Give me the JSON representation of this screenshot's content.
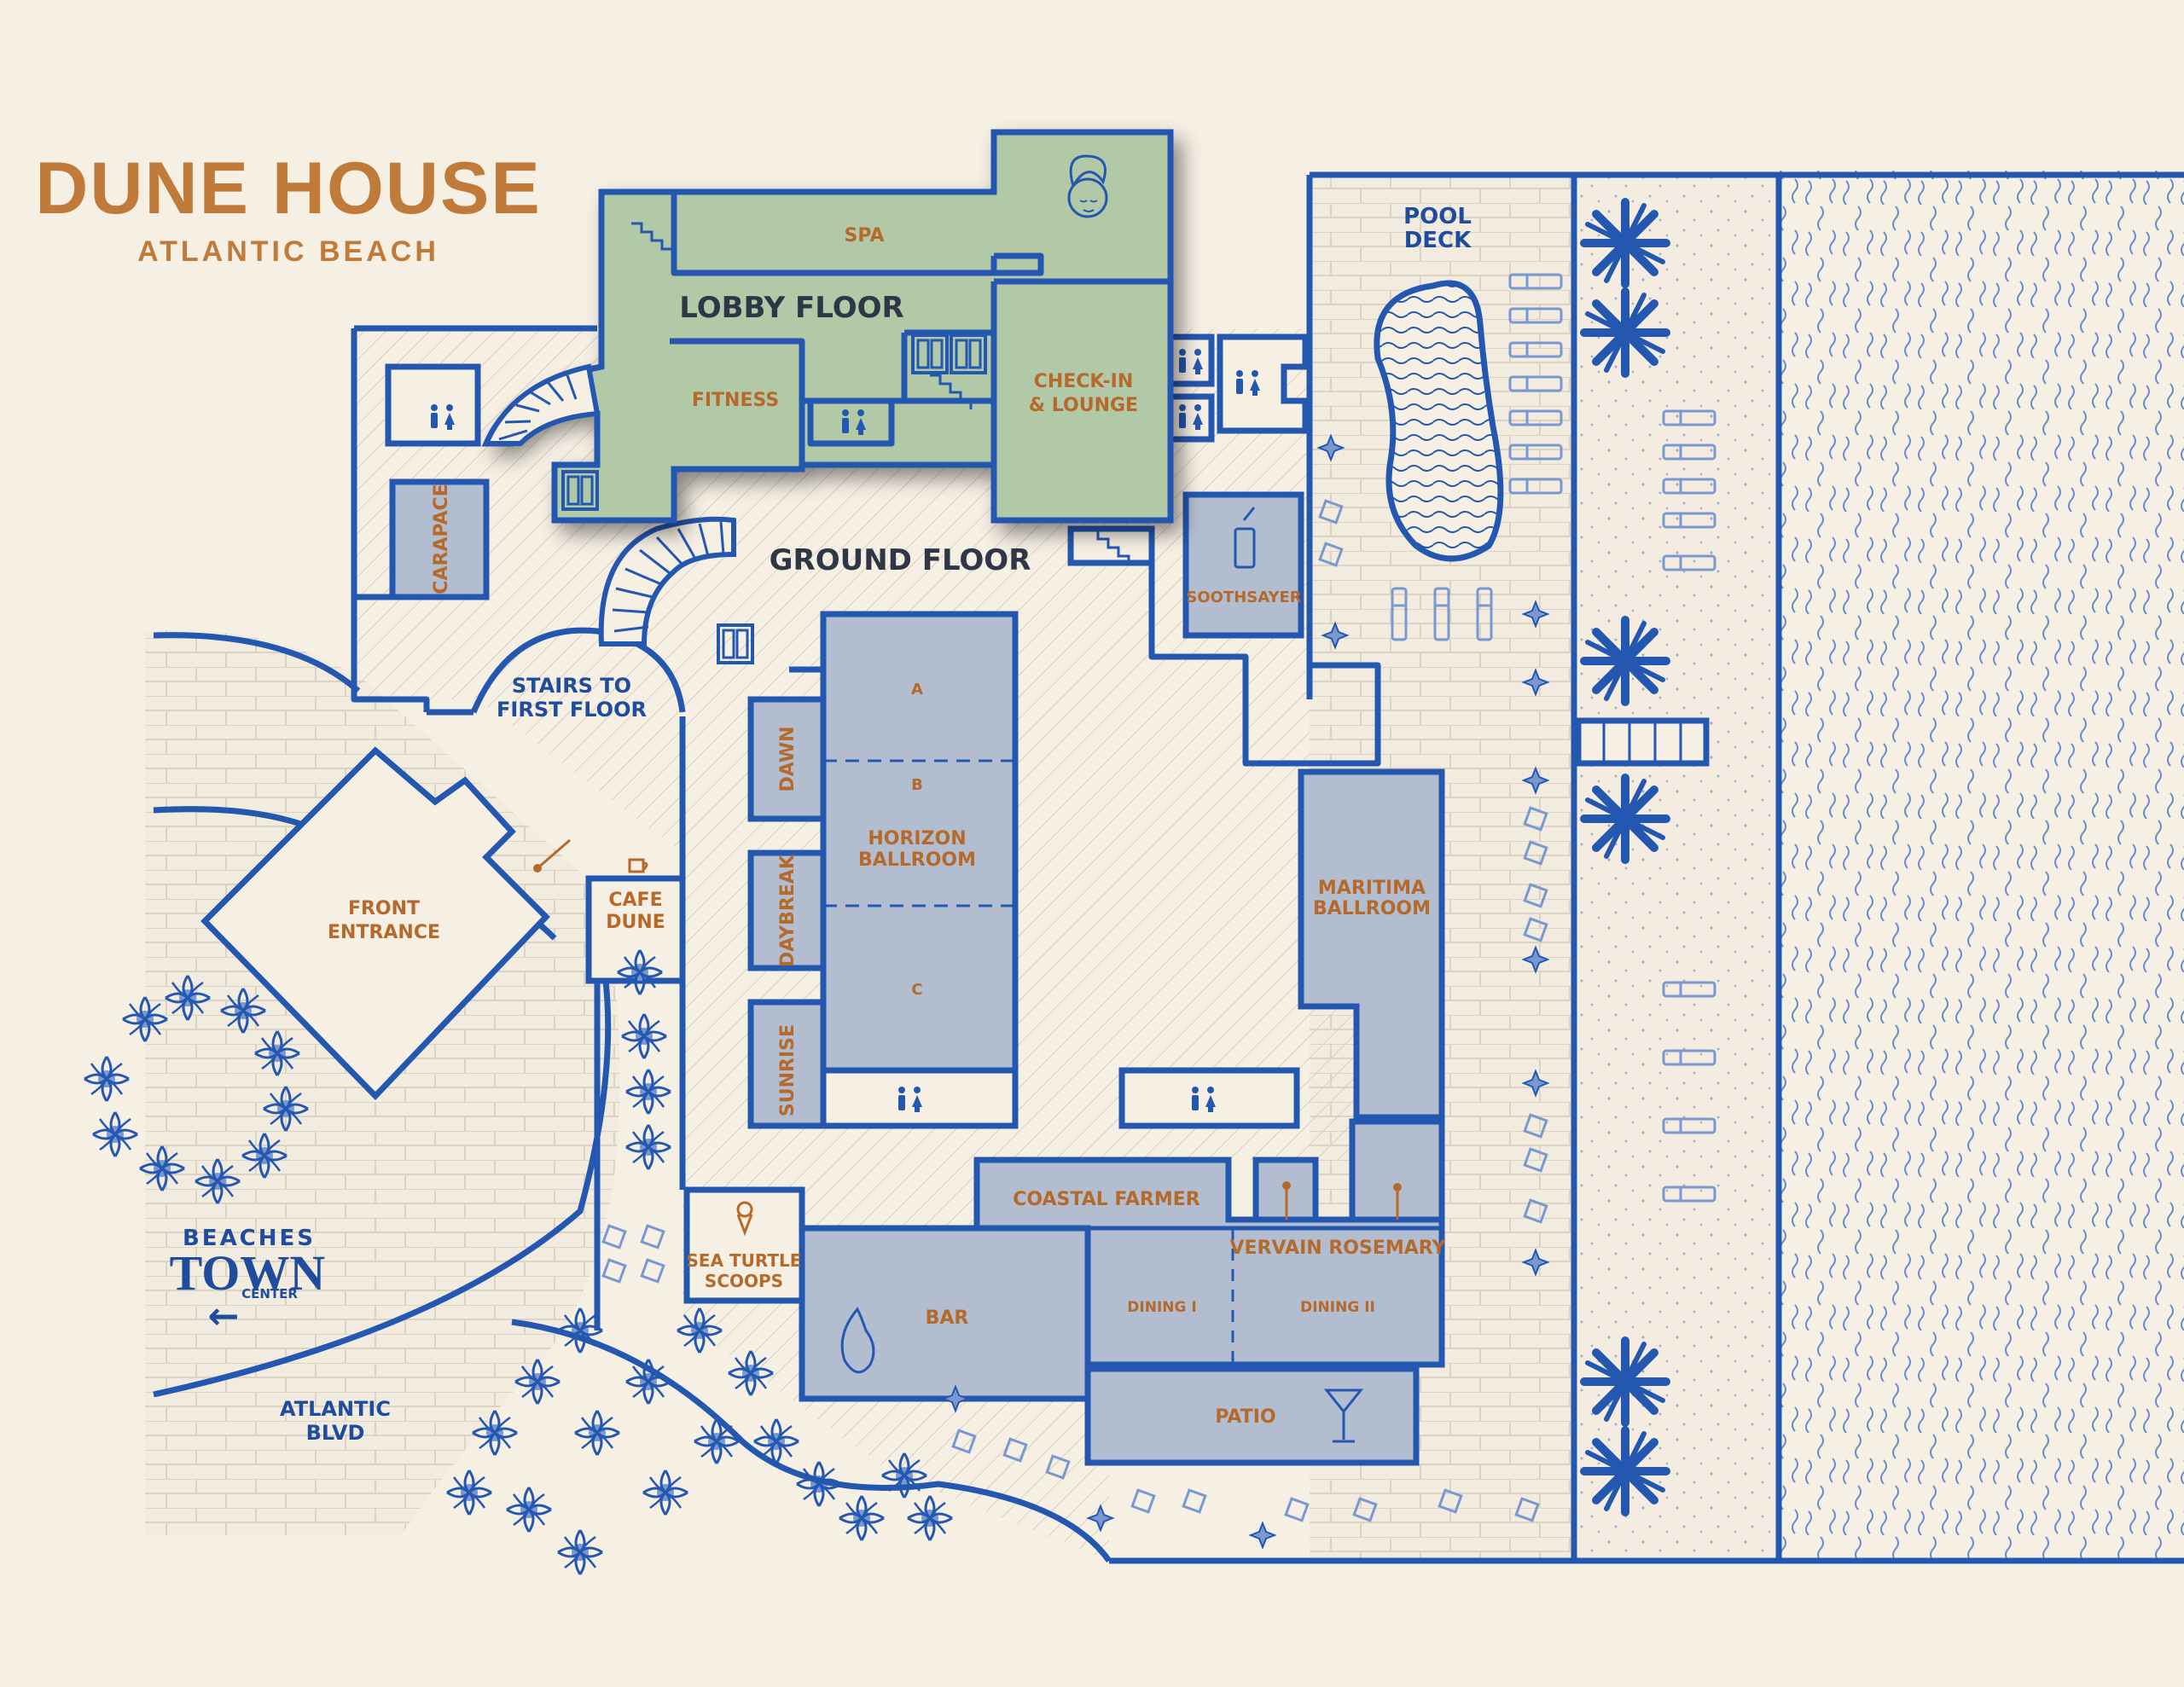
{
  "brand": {
    "title": "DUNE HOUSE",
    "subtitle": "ATLANTIC BEACH"
  },
  "floors": {
    "lobby": "LOBBY FLOOR",
    "ground": "GROUND FLOOR"
  },
  "rooms": {
    "spa": "SPA",
    "fitness": "FITNESS",
    "checkin_line1": "CHECK-IN",
    "checkin_line2": "& LOUNGE",
    "carapace": "CARAPACE",
    "soothsayer": "SOOTHSAYER",
    "stairs_line1": "STAIRS TO",
    "stairs_line2": "FIRST FLOOR",
    "front_line1": "FRONT",
    "front_line2": "ENTRANCE",
    "cafe_line1": "CAFE",
    "cafe_line2": "DUNE",
    "dawn": "DAWN",
    "daybreak": "DAYBREAK",
    "sunrise": "SUNRISE",
    "horizon_a": "A",
    "horizon_b": "B",
    "horizon_c": "C",
    "horizon_line1": "HORIZON",
    "horizon_line2": "BALLROOM",
    "maritima_line1": "MARITIMA",
    "maritima_line2": "BALLROOM",
    "coastal_farmer": "COASTAL FARMER",
    "vervain_rosemary": "VERVAIN ROSEMARY",
    "dining1": "DINING I",
    "dining2": "DINING II",
    "bar": "BAR",
    "patio": "PATIO",
    "scoops_line1": "SEA TURTLE",
    "scoops_line2": "SCOOPS",
    "pool_line1": "POOL",
    "pool_line2": "DECK"
  },
  "streets": {
    "blvd_line1": "ATLANTIC",
    "blvd_line2": "BLVD"
  },
  "town_center": {
    "line1": "BEACHES",
    "line2": "TOWN",
    "line3": "CENTER",
    "arrow": "←"
  },
  "icons": {
    "restroom": "restroom-icon",
    "elevator": "elevator-icon",
    "palm": "palm-tree-icon",
    "spa_face": "spa-face-icon",
    "martini": "martini-icon",
    "ice_cream": "ice-cream-icon",
    "coffee": "coffee-cup-icon"
  },
  "colors": {
    "background": "#f6efe4",
    "wall": "#2457b0",
    "room_blue": "#b2bdd0",
    "lobby_green": "#b2c9a8",
    "brand_brown": "#c07a3a",
    "label_brown": "#b56a2c",
    "label_blue": "#1f4c9c",
    "ocean_wave": "#5a7fc8"
  }
}
